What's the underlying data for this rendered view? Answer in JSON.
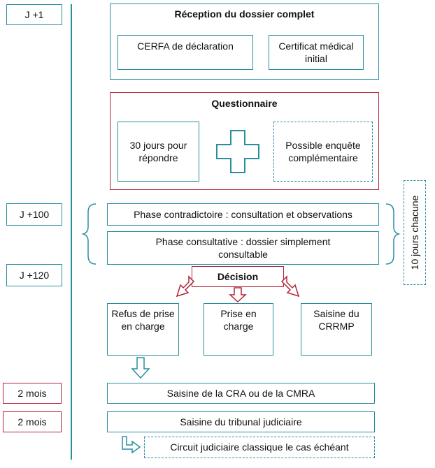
{
  "timeline": {
    "j1": "J +1",
    "j100": "J +100",
    "j120": "J +120",
    "m2a": "2 mois",
    "m2b": "2 mois"
  },
  "reception": {
    "title": "Réception du dossier complet",
    "cerfa": "CERFA de déclaration",
    "certificat": "Certificat médical initial"
  },
  "questionnaire": {
    "title": "Questionnaire",
    "jours": "30 jours pour répondre",
    "enquete": "Possible enquête complémentaire"
  },
  "phases": {
    "contradictoire": "Phase contradictoire : consultation et observations",
    "consultative": "Phase consultative : dossier simplement consultable",
    "duree": "10 jours chacune"
  },
  "decision": {
    "title": "Décision",
    "refus": "Refus de prise en charge",
    "prise": "Prise en charge",
    "crrmp": "Saisine du CRRMP"
  },
  "recours": {
    "cra": "Saisine de la CRA ou de la CMRA",
    "tribunal": "Saisine du tribunal judiciaire",
    "circuit": "Circuit judiciaire classique le cas échéant"
  },
  "colors": {
    "teal": "#2a8ea0",
    "red": "#b2253a"
  }
}
